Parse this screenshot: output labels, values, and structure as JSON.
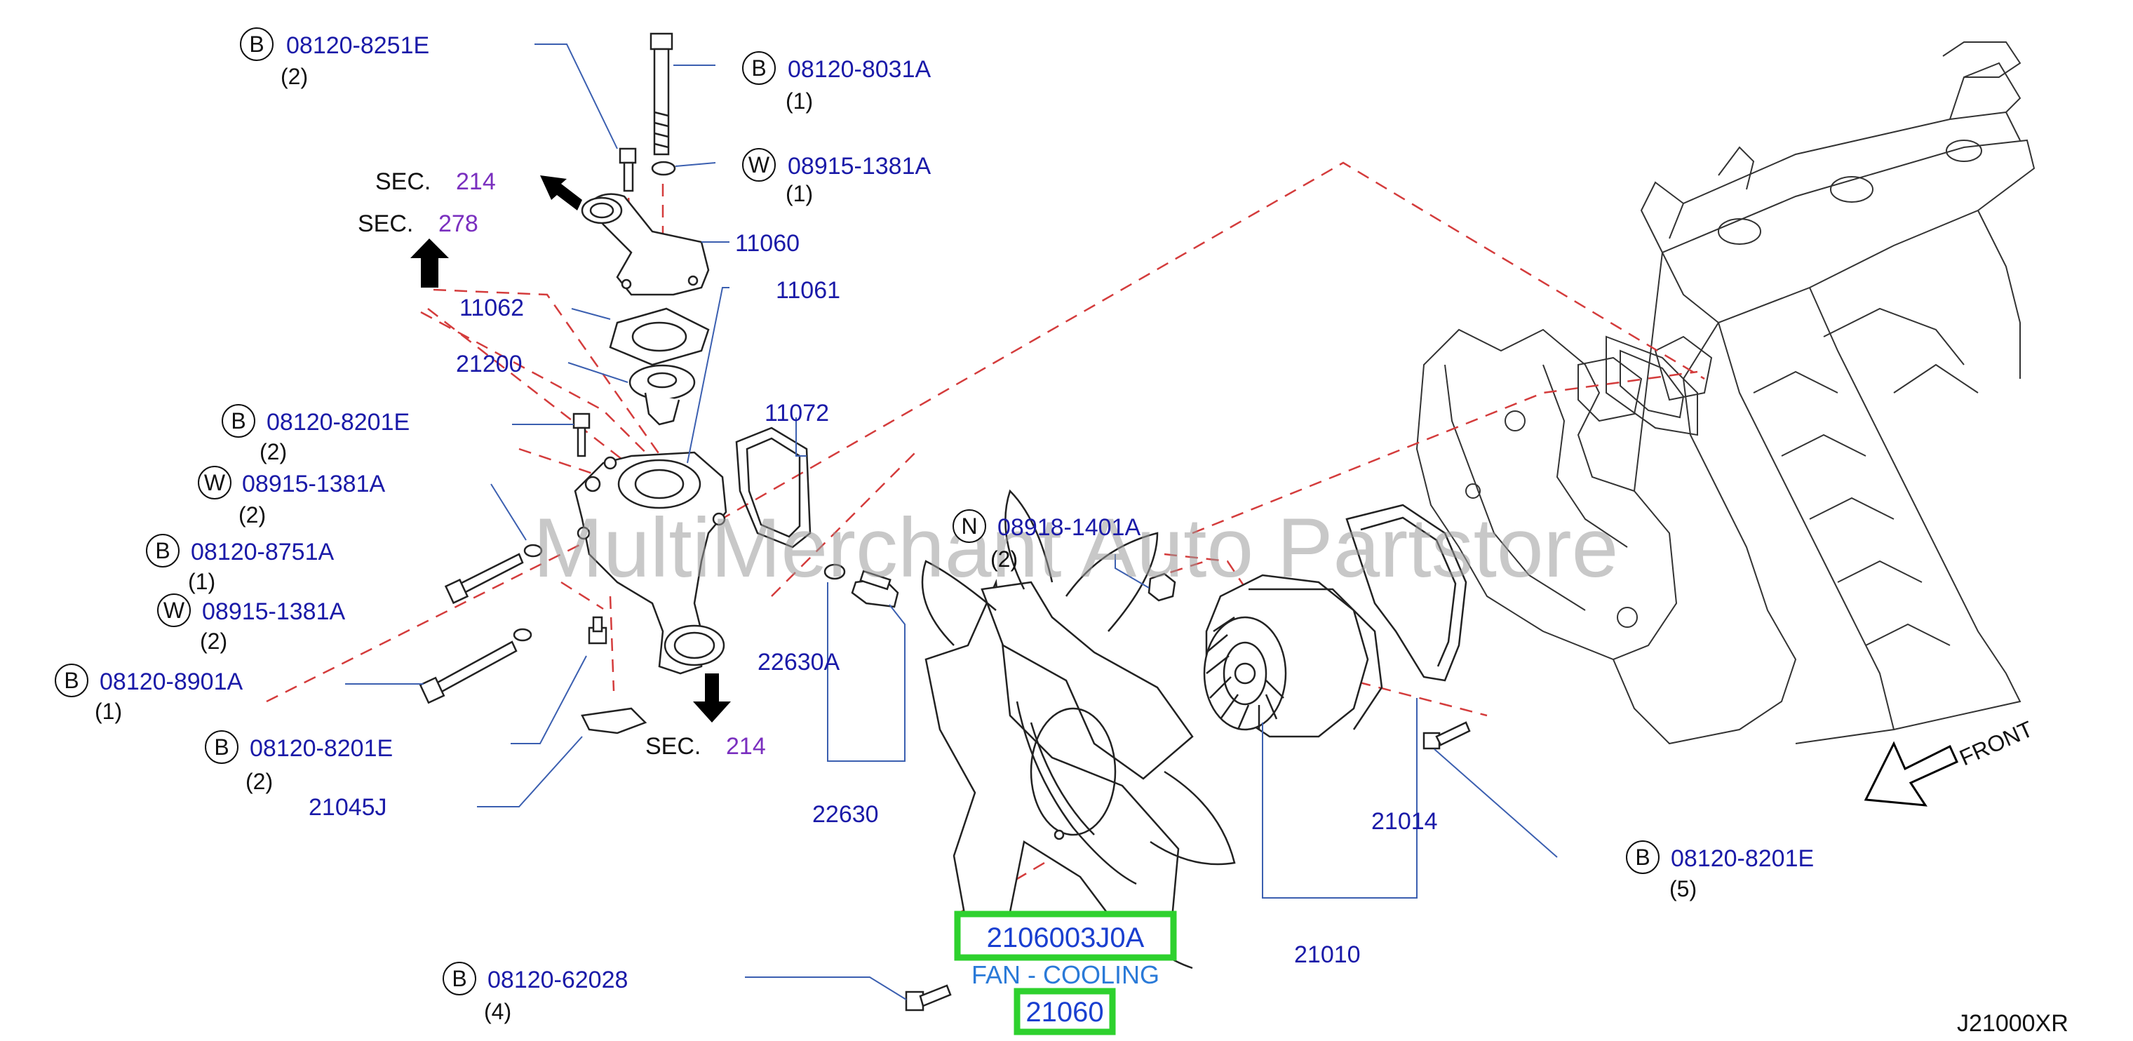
{
  "diagram_code": "J21000XR",
  "watermark": "MultiMerchant Auto Partstore",
  "front_label": "FRONT",
  "sec_label": "SEC.",
  "sections": {
    "s214_top": "214",
    "s278": "278",
    "s214_bottom": "214"
  },
  "callouts": [
    {
      "id": "b-08120-8251e",
      "type": "B",
      "part": "08120-8251E",
      "qty": "(2)"
    },
    {
      "id": "b-08120-8031a",
      "type": "B",
      "part": "08120-8031A",
      "qty": "(1)"
    },
    {
      "id": "w-08915-1381a-top",
      "type": "W",
      "part": "08915-1381A",
      "qty": "(1)"
    },
    {
      "id": "b-08120-8201e-upper",
      "type": "B",
      "part": "08120-8201E",
      "qty": "(2)"
    },
    {
      "id": "w-08915-1381a-mid",
      "type": "W",
      "part": "08915-1381A",
      "qty": "(2)"
    },
    {
      "id": "b-08120-8751a",
      "type": "B",
      "part": "08120-8751A",
      "qty": "(1)"
    },
    {
      "id": "w-08915-1381a-low",
      "type": "W",
      "part": "08915-1381A",
      "qty": "(2)"
    },
    {
      "id": "b-08120-8901a",
      "type": "B",
      "part": "08120-8901A",
      "qty": "(1)"
    },
    {
      "id": "b-08120-8201e-lower",
      "type": "B",
      "part": "08120-8201E",
      "qty": "(2)"
    },
    {
      "id": "n-08918-1401a",
      "type": "N",
      "part": "08918-1401A",
      "qty": "(2)"
    },
    {
      "id": "b-08120-8201e-right",
      "type": "B",
      "part": "08120-8201E",
      "qty": "(5)"
    },
    {
      "id": "b-08120-62028",
      "type": "B",
      "part": "08120-62028",
      "qty": "(4)"
    }
  ],
  "parts": {
    "p11060": "11060",
    "p11062": "11062",
    "p11061": "11061",
    "p21200": "21200",
    "p11072": "11072",
    "p22630a": "22630A",
    "p22630": "22630",
    "p21045j": "21045J",
    "p21014": "21014",
    "p21010": "21010"
  },
  "highlight": {
    "part_number": "2106003J0A",
    "description": "FAN - COOLING",
    "ref_number": "21060",
    "border_color": "#2ed12e"
  },
  "colors": {
    "part_text": "#1a1aa8",
    "section_text": "#7a2fbf",
    "leader": "#3b5fb0",
    "dash": "#d43c3c"
  }
}
